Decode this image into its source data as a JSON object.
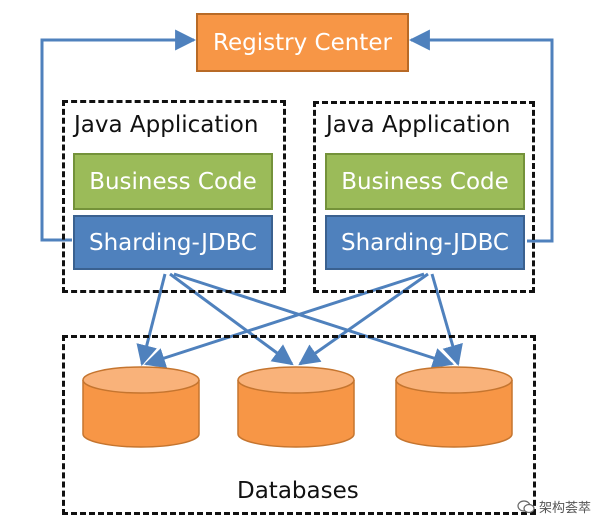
{
  "registry_center": "Registry Center",
  "applications": [
    {
      "title": "Java Application",
      "business": "Business Code",
      "sharding": "Sharding-JDBC"
    },
    {
      "title": "Java Application",
      "business": "Business Code",
      "sharding": "Sharding-JDBC"
    }
  ],
  "databases_label": "Databases",
  "watermark": "架构荟萃",
  "colors": {
    "registry": "#f79646",
    "business": "#9bbb59",
    "sharding": "#4f81bd",
    "arrow": "#4f81bd",
    "database": "#f79646"
  }
}
